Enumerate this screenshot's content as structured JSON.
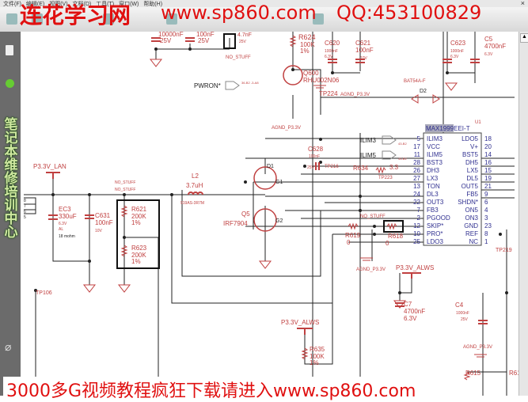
{
  "viewer": {
    "menu_items": [
      "文件(F)",
      "编辑(E)",
      "视图(V)",
      "文档(D)",
      "工具(T)",
      "窗口(W)",
      "帮助(H)"
    ],
    "close_label": "×"
  },
  "watermarks": {
    "top_site_name": "连花学习网",
    "top_url": "www.sp860.com",
    "top_qq": "QQ:453100829",
    "side_text": "笔记本维修培训中心",
    "bottom_text": "3000多G视频教程疯狂下载请进入www.sp860.com"
  },
  "colors": {
    "component": "#c04040",
    "pin": "#303090",
    "wire": "#222222",
    "watermark": "#e01010"
  },
  "schematic": {
    "caps_top": [
      {
        "value": "10000nF",
        "rating": "25V"
      },
      {
        "value": "100nF",
        "rating": "25V"
      },
      {
        "value": "4.7nF",
        "rating": "25V"
      }
    ],
    "no_stuff": "NO_STUFF",
    "r624": {
      "ref": "R624",
      "value": "100K",
      "tol": "1%"
    },
    "q600": {
      "ref": "Q600",
      "part": "RHU002N06"
    },
    "pwron": "PWRON*",
    "pwron_pins": "36-B2  -3-A8",
    "c620": {
      "ref": "C620",
      "value": "1000nF",
      "rating": "6.3V"
    },
    "c621": {
      "ref": "C621",
      "value": "100nF",
      "rating": "10V"
    },
    "c623": {
      "ref": "C623",
      "value": "1000nF",
      "rating": "6.3V"
    },
    "c5": {
      "ref": "C5",
      "value": "4700nF",
      "rating": "6.3V"
    },
    "tp224": "TP224",
    "agnd": "AGND_P3.3V",
    "bat54": "BAT54A-F",
    "d2": "D2",
    "ilim3": "ILIM3",
    "ilim5": "ILIM5",
    "ilim_refs": [
      "43-B2",
      "43-B2"
    ],
    "c628": {
      "ref": "C628",
      "value": "100nF",
      "rating": "25V"
    },
    "tp216": "TP216",
    "tp223": "TP223",
    "r634": {
      "ref": "R634",
      "value": "3.3"
    },
    "d1": "D1",
    "q5": {
      "ref": "Q5",
      "part": "IRF7904",
      "g1": "G1",
      "g2": "G2"
    },
    "l2": {
      "ref": "L2",
      "value": "3.7uH",
      "part": "919AS-3R7M"
    },
    "p33v_lan": "P3.3V_LAN",
    "ec3": {
      "ref": "EC3",
      "value": "330uF",
      "rating": "6.3V",
      "type": "AL",
      "esr": "18 mohm"
    },
    "c631": {
      "ref": "C631",
      "value": "100nF",
      "rating": "10V"
    },
    "r621": {
      "ref": "R621",
      "value": "200K",
      "tol": "1%"
    },
    "r623": {
      "ref": "R623",
      "value": "200K",
      "tol": "1%"
    },
    "connector_pins": [
      "8",
      "7",
      "6",
      "5"
    ],
    "tp106": "TP106",
    "r619": {
      "ref": "R619",
      "value": "0"
    },
    "r618": {
      "ref": "R618",
      "value": "0"
    },
    "p33v_alws": "P3.3V_ALWS",
    "c7": {
      "ref": "C7",
      "value": "4700nF",
      "rating": "6.3V"
    },
    "c4": {
      "ref": "C4",
      "value": "1000nF",
      "rating": "25V"
    },
    "r635": {
      "ref": "R635",
      "value": "100K",
      "tol": "1%"
    },
    "r615": "R615",
    "r61x": "R61",
    "tp219": "TP219",
    "ic": {
      "ref": "U1",
      "part": "MAX1999EEI-T",
      "left_pins": [
        {
          "num": "5",
          "name": "ILIM3"
        },
        {
          "num": "17",
          "name": "VCC"
        },
        {
          "num": "11",
          "name": "ILIM5"
        },
        {
          "num": "28",
          "name": "BST3"
        },
        {
          "num": "26",
          "name": "DH3"
        },
        {
          "num": "27",
          "name": "LX3"
        },
        {
          "num": "13",
          "name": "TON"
        },
        {
          "num": "24",
          "name": "DL3"
        },
        {
          "num": "22",
          "name": "OUT3"
        },
        {
          "num": "7",
          "name": "FB3"
        },
        {
          "num": "2",
          "name": "PGOOD"
        },
        {
          "num": "12",
          "name": "SKIP*"
        },
        {
          "num": "10",
          "name": "PRO*"
        },
        {
          "num": "25",
          "name": "LDO3"
        }
      ],
      "right_pins": [
        {
          "num": "18",
          "name": "LDO5"
        },
        {
          "num": "20",
          "name": "V+"
        },
        {
          "num": "14",
          "name": "BST5"
        },
        {
          "num": "16",
          "name": "DH5"
        },
        {
          "num": "15",
          "name": "LX5"
        },
        {
          "num": "19",
          "name": "DL5"
        },
        {
          "num": "21",
          "name": "OUT5"
        },
        {
          "num": "9",
          "name": "FB5"
        },
        {
          "num": "6",
          "name": "SHDN*"
        },
        {
          "num": "4",
          "name": "ON5"
        },
        {
          "num": "3",
          "name": "ON3"
        },
        {
          "num": "23",
          "name": "GND"
        },
        {
          "num": "8",
          "name": "REF"
        },
        {
          "num": "1",
          "name": "NC"
        }
      ]
    }
  }
}
